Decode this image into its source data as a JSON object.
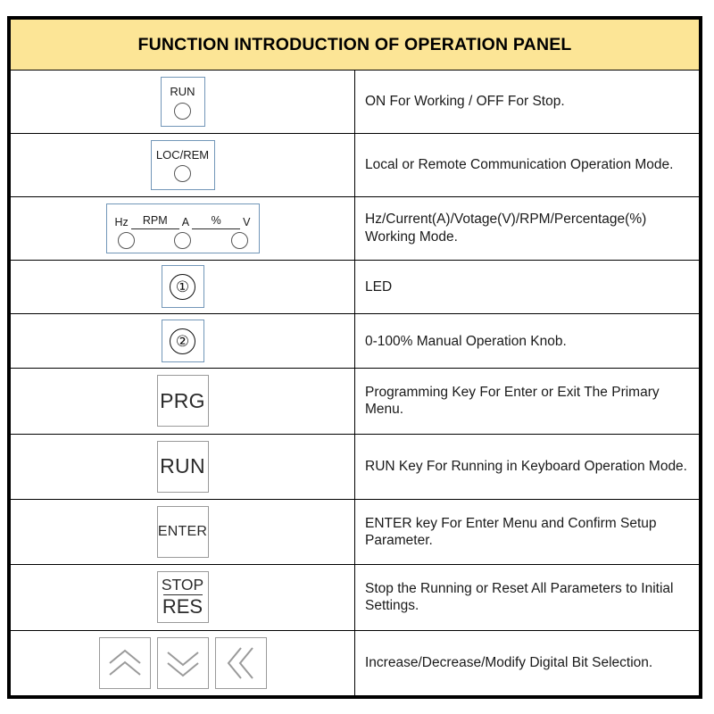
{
  "header": {
    "title": "FUNCTION INTRODUCTION OF OPERATION PANEL",
    "background_color": "#fce596"
  },
  "colors": {
    "header_bg": "#fce596",
    "led_box_border": "#7296b8",
    "keycap_border": "#9a9a9a",
    "table_border": "#000000",
    "text": "#1a1a1a"
  },
  "rows": [
    {
      "icon_type": "led-indicator",
      "icon_name": "run-indicator",
      "label": "RUN",
      "description": "ON For Working /  OFF For Stop."
    },
    {
      "icon_type": "led-indicator",
      "icon_name": "loc-rem-indicator",
      "label": "LOC/REM",
      "description": "Local or Remote Communication Operation Mode."
    },
    {
      "icon_type": "mode-indicator",
      "icon_name": "unit-mode-indicator",
      "units": [
        "Hz",
        "A",
        "V"
      ],
      "captions": [
        "RPM",
        "%"
      ],
      "description": "Hz/Current(A)/Votage(V)/RPM/Percentage(%) Working Mode."
    },
    {
      "icon_type": "circled-number",
      "icon_name": "callout-1",
      "label": "①",
      "description": "LED"
    },
    {
      "icon_type": "circled-number",
      "icon_name": "callout-2",
      "label": "②",
      "description": "0-100% Manual Operation Knob."
    },
    {
      "icon_type": "keycap",
      "icon_name": "prg-key",
      "label": "PRG",
      "description": "Programming Key For Enter or Exit The Primary Menu."
    },
    {
      "icon_type": "keycap",
      "icon_name": "run-key",
      "label": "RUN",
      "description": "RUN Key For Running in Keyboard Operation Mode."
    },
    {
      "icon_type": "keycap-small",
      "icon_name": "enter-key",
      "label": "ENTER",
      "description": "ENTER key For Enter Menu and Confirm Setup Parameter."
    },
    {
      "icon_type": "keycap-stacked",
      "icon_name": "stop-reset-key",
      "label_top": "STOP",
      "label_bottom": "RES",
      "description": "Stop the Running or Reset All Parameters to Initial Settings."
    },
    {
      "icon_type": "arrow-keys",
      "icon_name": "navigation-keys",
      "keys": [
        "chevron-double-up",
        "chevron-double-down",
        "chevron-double-left"
      ],
      "description": "Increase/Decrease/Modify Digital Bit Selection."
    }
  ]
}
